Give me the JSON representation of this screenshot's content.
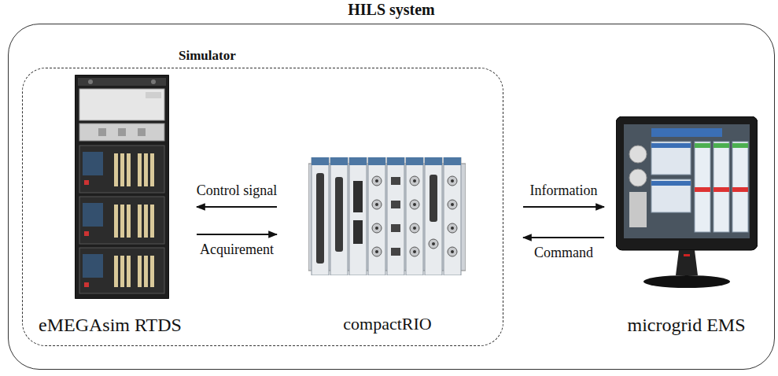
{
  "diagram": {
    "nodes": [
      {
        "text": [
          "HILS system"
        ]
      },
      {
        "text": [
          "Simulator"
        ],
        "in": 0
      },
      {
        "text": [
          "eMEGAsim RTDS"
        ],
        "in": 1
      },
      {
        "text": [
          "compactRIO"
        ],
        "in": 1
      },
      {
        "text": [
          "microgrid EMS"
        ],
        "in": 0
      }
    ],
    "edges": [
      {
        "from": 3,
        "to": 2,
        "label": "Control signal",
        "arrow": "to"
      },
      {
        "from": 2,
        "to": 3,
        "label": "Acquirement",
        "arrow": "to"
      },
      {
        "from": 3,
        "to": 4,
        "label": "Information",
        "arrow": "to"
      },
      {
        "from": 4,
        "to": 3,
        "label": "Command",
        "arrow": "to"
      }
    ]
  }
}
